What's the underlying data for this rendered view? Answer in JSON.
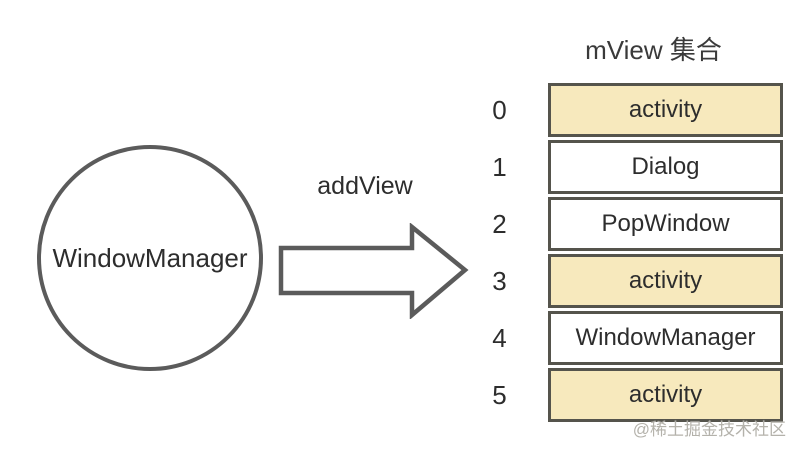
{
  "colors": {
    "stroke": "#5b5b5b",
    "text": "#2d2d2d",
    "row_highlight": "#f7e9bd",
    "row_plain": "#ffffff",
    "watermark": "#b0aea6"
  },
  "diagram": {
    "source_node": {
      "label": "WindowManager"
    },
    "arrow": {
      "label": "addView"
    },
    "collection": {
      "title": "mView 集合",
      "rows": [
        {
          "index": "0",
          "label": "activity",
          "color": "#f7e9bd"
        },
        {
          "index": "1",
          "label": "Dialog",
          "color": "#ffffff"
        },
        {
          "index": "2",
          "label": "PopWindow",
          "color": "#ffffff"
        },
        {
          "index": "3",
          "label": "activity",
          "color": "#f7e9bd"
        },
        {
          "index": "4",
          "label": "WindowManager",
          "color": "#ffffff"
        },
        {
          "index": "5",
          "label": "activity",
          "color": "#f7e9bd"
        }
      ]
    },
    "watermark": "@稀土掘金技术社区"
  }
}
